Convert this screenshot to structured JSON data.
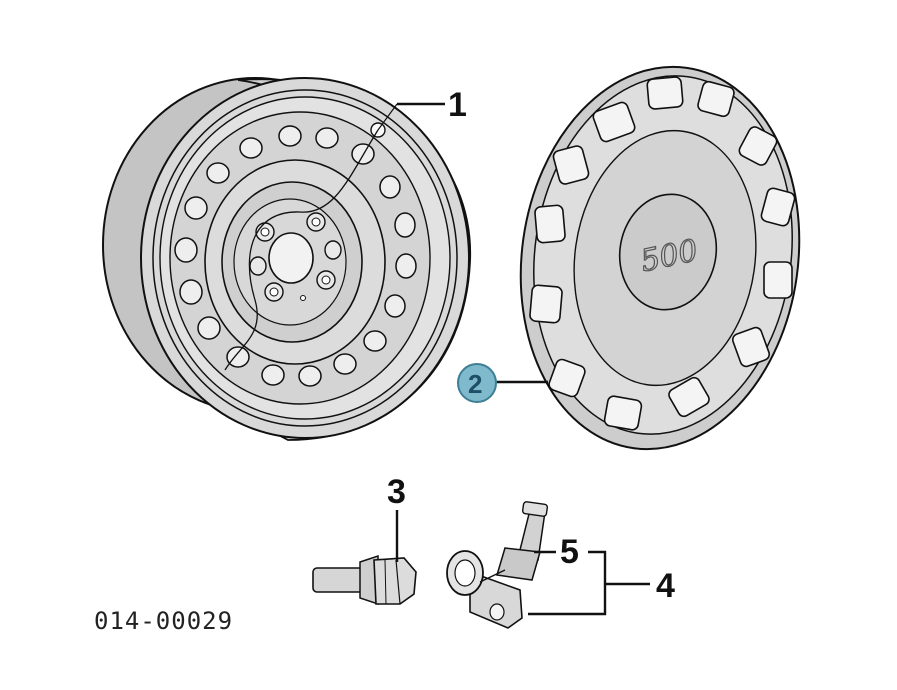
{
  "diagram_code": "014-00029",
  "callouts": [
    {
      "number": "1",
      "part": "steel wheel rim"
    },
    {
      "number": "2",
      "part": "wheel hubcap",
      "highlighted": true
    },
    {
      "number": "3",
      "part": "wheel bolt"
    },
    {
      "number": "4",
      "part": "tire pressure sensor assembly"
    },
    {
      "number": "5",
      "part": "sensor valve stem"
    }
  ],
  "hubcap_logo_text": "500",
  "colors": {
    "line": "#111111",
    "part_fill": "#d6d6d6",
    "part_shadow": "#b3b3b3",
    "highlight_fill": "#7fb9cc",
    "highlight_stroke": "#3e7f96"
  }
}
